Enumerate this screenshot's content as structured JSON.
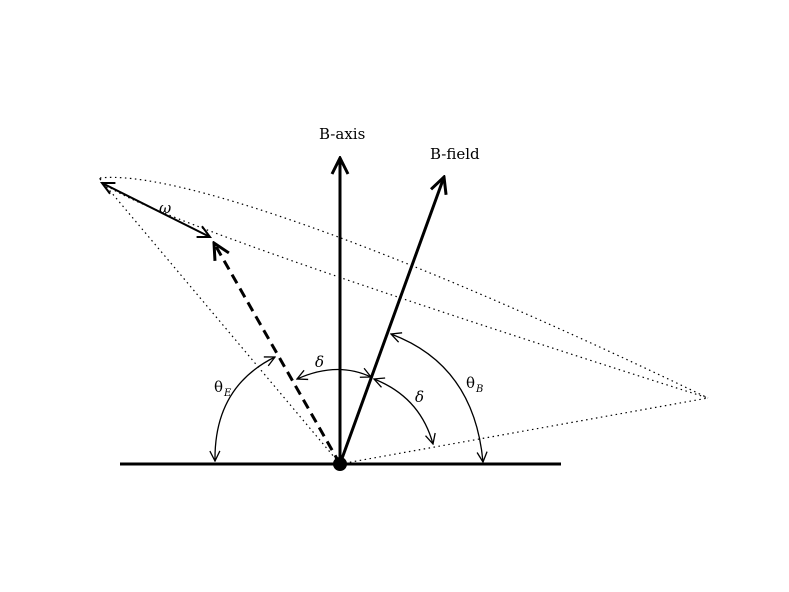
{
  "labels": {
    "b_axis": "B-axis",
    "b_field": "B-field",
    "omega": "ω",
    "delta_upper": "δ",
    "delta_right": "δ",
    "theta_e_base": "θ",
    "theta_e_sub": "E",
    "theta_b_base": "θ",
    "theta_b_sub": "B"
  },
  "colors": {
    "stroke": "#000000",
    "background": "#ffffff"
  }
}
